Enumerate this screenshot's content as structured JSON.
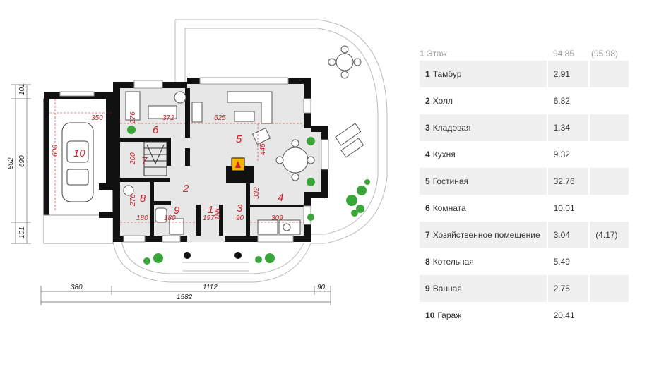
{
  "rooms_table": {
    "header": {
      "floor_num": "1",
      "floor_label": "Этаж",
      "total": "94.85",
      "total_alt": "(95.98)"
    },
    "rows": [
      {
        "num": "1",
        "name": "Тамбур",
        "area": "2.91",
        "alt": ""
      },
      {
        "num": "2",
        "name": "Холл",
        "area": "6.82",
        "alt": ""
      },
      {
        "num": "3",
        "name": "Кладовая",
        "area": "1.34",
        "alt": ""
      },
      {
        "num": "4",
        "name": "Кухня",
        "area": "9.32",
        "alt": ""
      },
      {
        "num": "5",
        "name": "Гостиная",
        "area": "32.76",
        "alt": ""
      },
      {
        "num": "6",
        "name": "Комната",
        "area": "10.01",
        "alt": ""
      },
      {
        "num": "7",
        "name": "Хозяйственное помещение",
        "area": "3.04",
        "alt": "(4.17)"
      },
      {
        "num": "8",
        "name": "Котельная",
        "area": "5.49",
        "alt": ""
      },
      {
        "num": "9",
        "name": "Ванная",
        "area": "2.75",
        "alt": ""
      },
      {
        "num": "10",
        "name": "Гараж",
        "area": "20.41",
        "alt": ""
      }
    ]
  },
  "plan": {
    "room_labels": [
      "1",
      "2",
      "3",
      "4",
      "5",
      "6",
      "7",
      "8",
      "9",
      "10"
    ],
    "inner_dims": [
      "350",
      "276",
      "372",
      "625",
      "445",
      "600",
      "200",
      "276",
      "180",
      "180",
      "197",
      "155",
      "90",
      "332",
      "309"
    ],
    "outer_dims": {
      "left_top": "101",
      "left_middle": "690",
      "left_total": "892",
      "left_bottom": "101",
      "bottom_a": "380",
      "bottom_b": "1112",
      "bottom_c": "90",
      "bottom_total": "1582"
    }
  },
  "colors": {
    "wall": "#111111",
    "floor": "#e7e7e7",
    "accent": "#d0202a",
    "plant": "#3aa63a"
  }
}
